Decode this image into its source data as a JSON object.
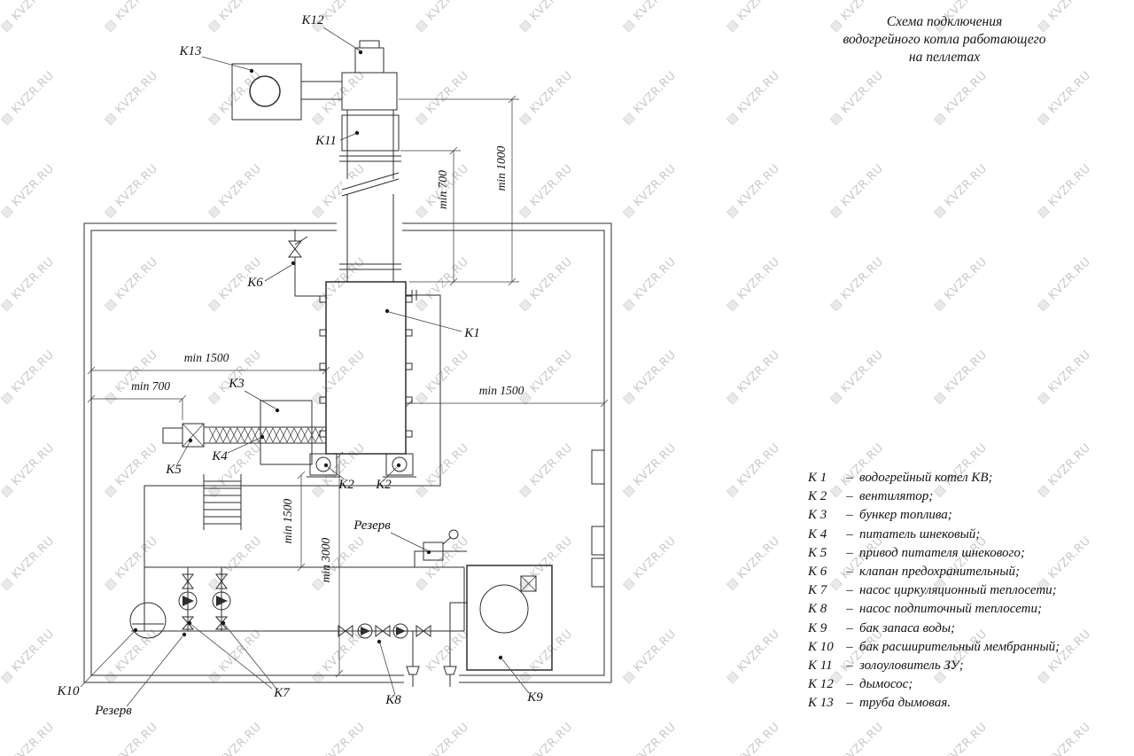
{
  "watermark": {
    "text": "KVZR.RU"
  },
  "title": {
    "line1": "Схема подключения",
    "line2": "водогрейного котла работающего",
    "line3": "на пеллетах"
  },
  "callouts": {
    "k1": "К1",
    "k2": "К2",
    "k3": "К3",
    "k4": "К4",
    "k5": "К5",
    "k6": "К6",
    "k7": "К7",
    "k8": "К8",
    "k9": "К9",
    "k10": "К10",
    "k11": "К11",
    "k12": "К12",
    "k13": "К13"
  },
  "dimensions": {
    "chimney_min700": "min 700",
    "chimney_min1000": "min 1000",
    "left_min1500": "min 1500",
    "left_min700": "min 700",
    "right_min1500": "min 1500",
    "bottom_min1500": "min 1500",
    "bottom_min3000": "min 3000"
  },
  "labels": {
    "reserve": "Резерв"
  },
  "legend": {
    "separator": "–",
    "items": [
      {
        "key": "К 1",
        "desc": "водогрейный котел КВ;"
      },
      {
        "key": "К 2",
        "desc": "вентилятор;"
      },
      {
        "key": "К 3",
        "desc": "бункер топлива;"
      },
      {
        "key": "К 4",
        "desc": "питатель шнековый;"
      },
      {
        "key": "К 5",
        "desc": "привод питателя шнекового;"
      },
      {
        "key": "К 6",
        "desc": "клапан предохранительный;"
      },
      {
        "key": "К 7",
        "desc": "насос циркуляционный теплосети;"
      },
      {
        "key": "К 8",
        "desc": "насос подпиточный теплосети;"
      },
      {
        "key": "К 9",
        "desc": "бак запаса воды;"
      },
      {
        "key": "К 10",
        "desc": "бак расширительный мембранный;"
      },
      {
        "key": "К 11",
        "desc": "золоуловитель ЗУ;"
      },
      {
        "key": "К 12",
        "desc": "дымосос;"
      },
      {
        "key": "К 13",
        "desc": "труба дымовая."
      }
    ]
  }
}
